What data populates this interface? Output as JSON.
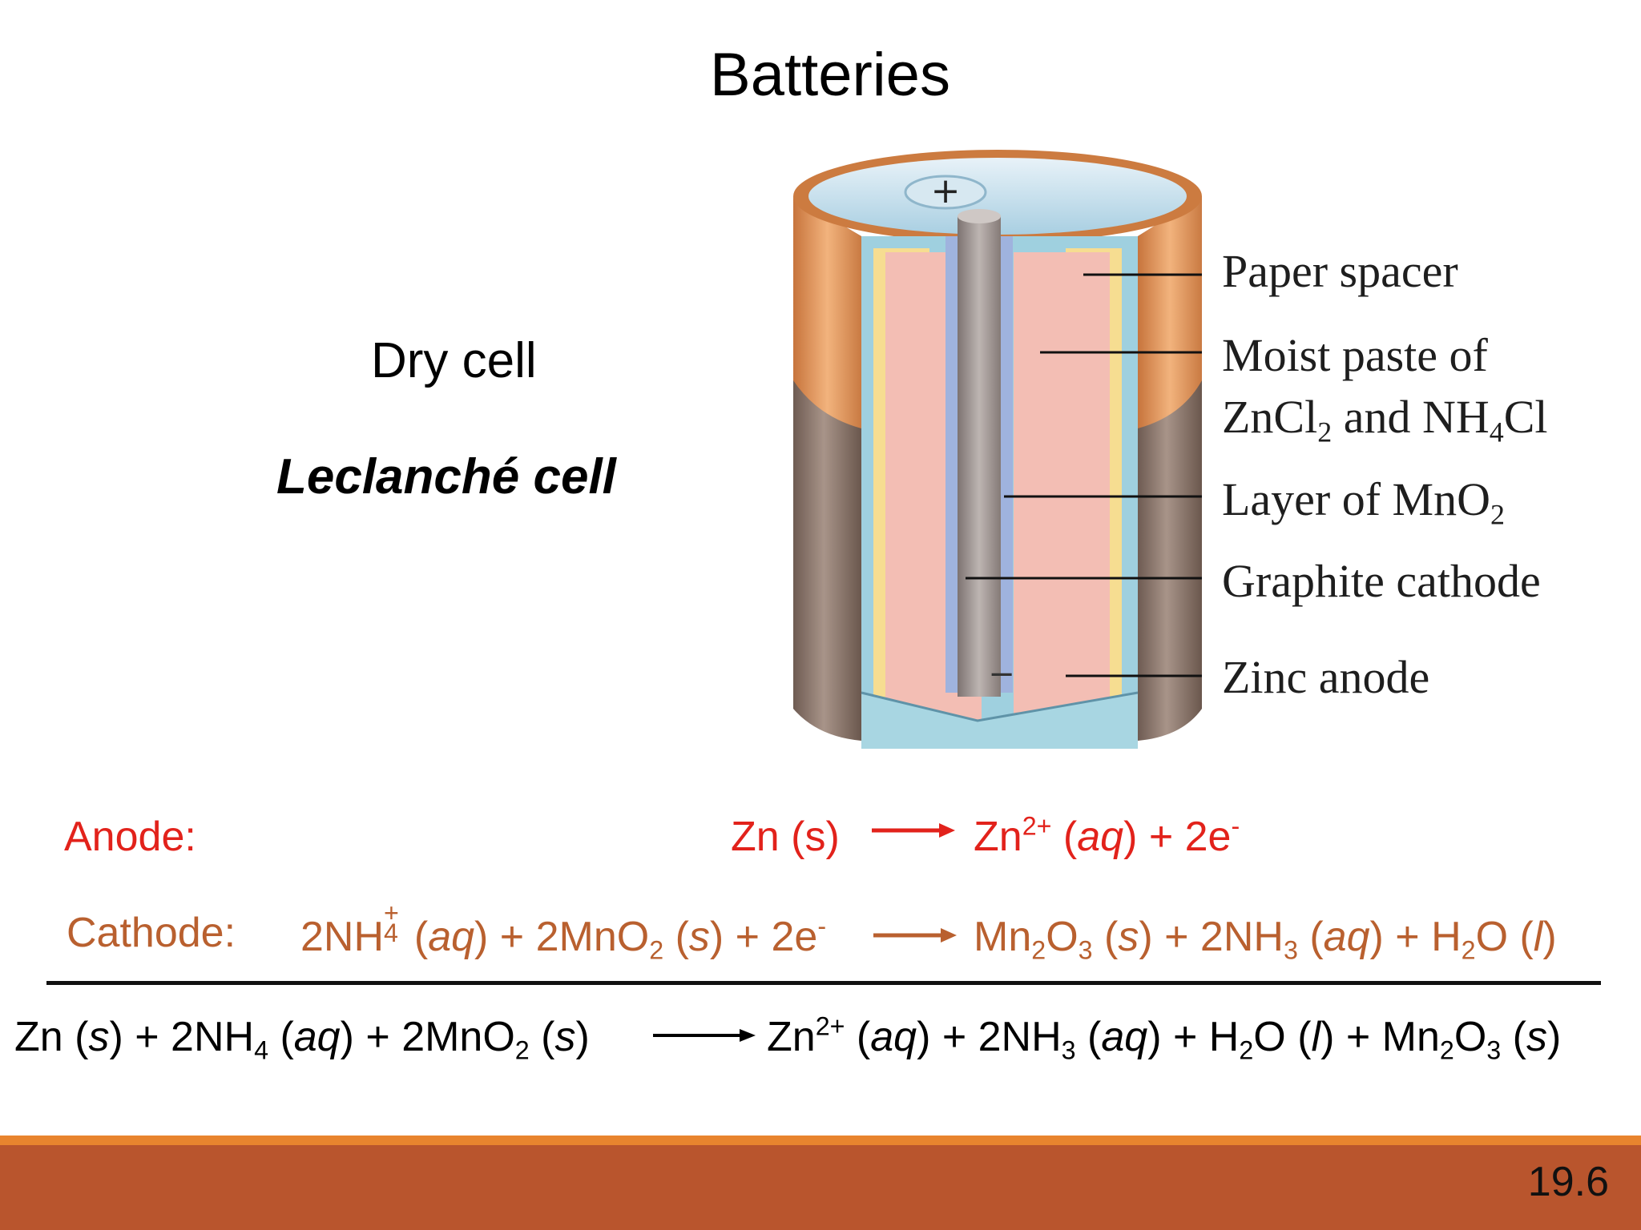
{
  "title": "Batteries",
  "left_text": {
    "dry_cell": "Dry cell",
    "leclanche": "Leclanché cell"
  },
  "diagram": {
    "plus_sign": "+",
    "minus_sign": "−",
    "labels": {
      "paper_spacer": "Paper spacer",
      "moist_paste_prefix": "Moist paste of",
      "zncl": "ZnCl",
      "zncl_sub": "2",
      "and_nh": " and NH",
      "nh_sub": "4",
      "cl": "Cl",
      "layer_prefix": "Layer of MnO",
      "layer_sub": "2",
      "graphite_cathode": "Graphite cathode",
      "zinc_anode": "Zinc anode"
    }
  },
  "anode": {
    "label": "Anode:",
    "reactant": "Zn (s)",
    "product_zn": "Zn",
    "product_charge": "2+",
    "product_open": " (",
    "aq": "aq",
    "product_rest": ") + 2e",
    "electron_charge": "-"
  },
  "cathode": {
    "label": "Cathode:",
    "r1": "2NH",
    "r1_sup": "+",
    "r1_sub": "4",
    "r1_state_open": " (",
    "aq": "aq",
    "r2": ") + 2MnO",
    "r2_sub": "2",
    "r2_state_open": " (",
    "s": "s",
    "r3": ") + 2e",
    "e_charge": "-",
    "p1": "Mn",
    "p1_sub1": "2",
    "p1_mid": "O",
    "p1_sub2": "3",
    "p1_state_open": " (",
    "p2": ") + 2NH",
    "p2_sub": "3",
    "p2_state_open": " (",
    "p3": ") + H",
    "p3_sub": "2",
    "p3_mid": "O (",
    "l": "l",
    "p3_close": ")"
  },
  "overall": {
    "r1": "Zn (",
    "s": "s",
    "r2": ") + 2NH",
    "r2_sub": "4",
    "r2_open": " (",
    "aq": "aq",
    "r3": ") + 2MnO",
    "r3_sub": "2",
    "r3_open": " (",
    "r3_close": ")",
    "p1": "Zn",
    "p1_sup": "2+",
    "p1_open": " (",
    "p2": ") + 2NH",
    "p2_sub": "3",
    "p2_open": " (",
    "p3": ") + H",
    "p3_sub": "2",
    "p3_mid": "O (",
    "l": "l",
    "p4": ") + Mn",
    "p4_sub1": "2",
    "p4_mid": "O",
    "p4_sub2": "3",
    "p4_open": " (",
    "p4_close": ")"
  },
  "slide_number": "19.6",
  "colors": {
    "anode": "#e2221b",
    "cathode": "#b9602f",
    "footer": "#b9552d",
    "footer_line": "#e8842e"
  }
}
